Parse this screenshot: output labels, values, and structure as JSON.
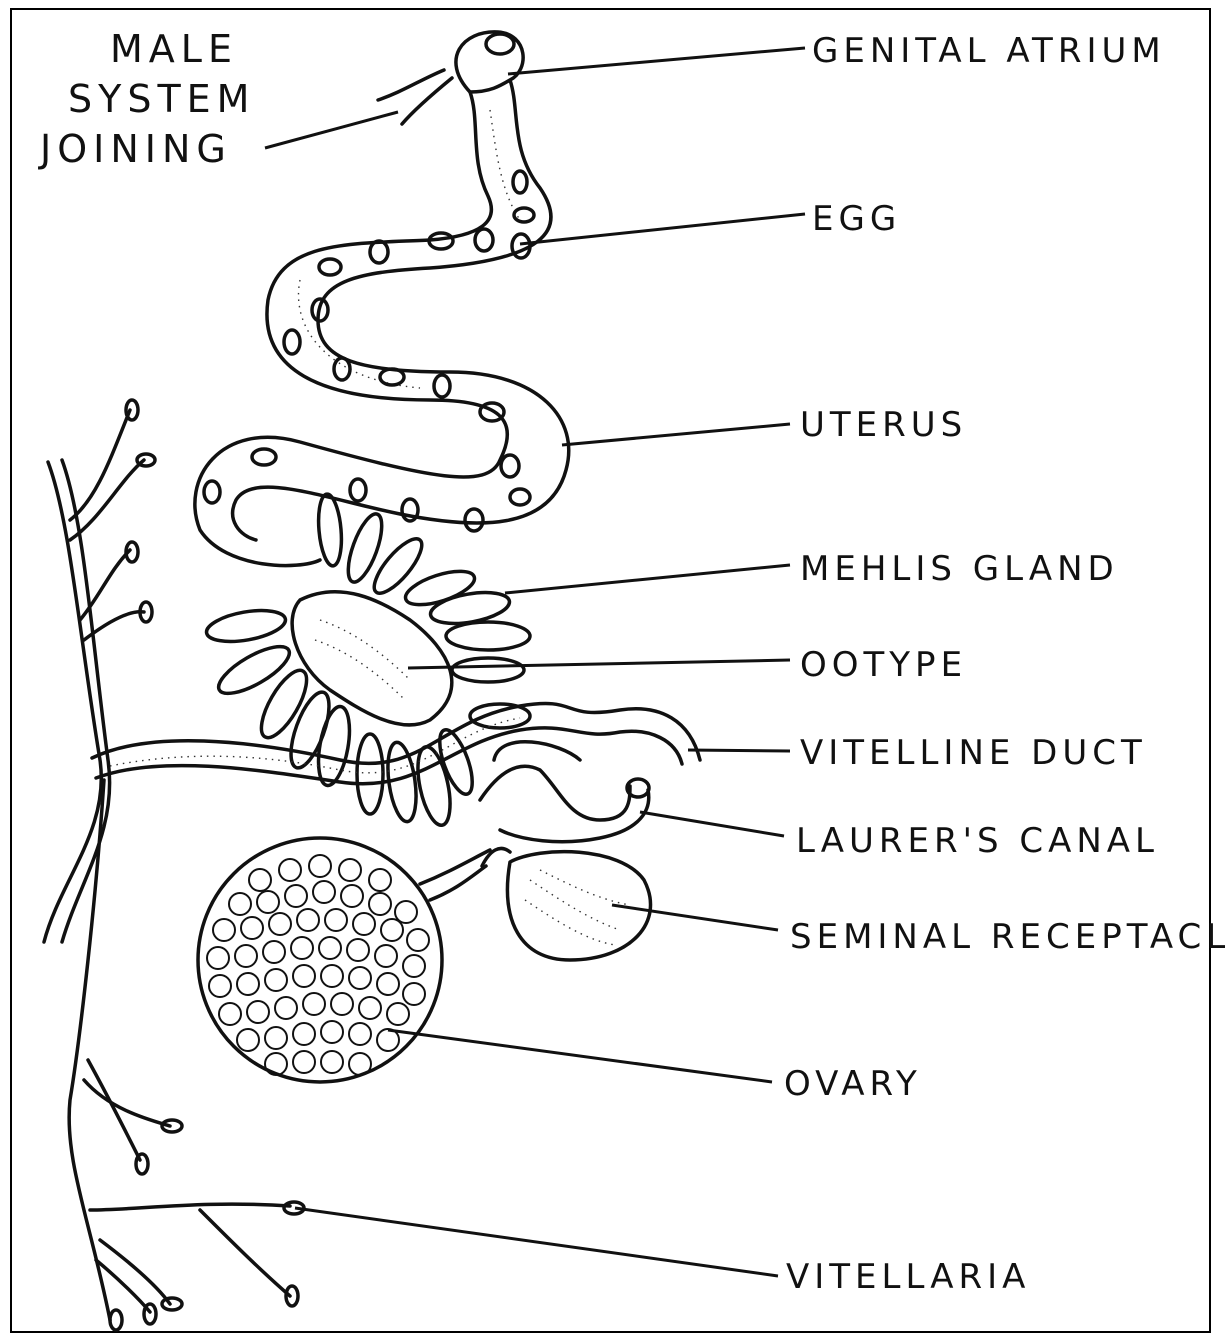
{
  "labels": {
    "male_system_line1": "MALE",
    "male_system_line2": "SYSTEM",
    "male_system_line3": "JOINING",
    "genital_atrium": "GENITAL ATRIUM",
    "egg": "EGG",
    "uterus": "UTERUS",
    "mehlis_gland": "MEHLIS GLAND",
    "ootype": "OOTYPE",
    "vitelline_duct": "VITELLINE DUCT",
    "laurers_canal": "LAURER'S CANAL",
    "seminal_receptacle": "SEMINAL RECEPTACLE",
    "ovary": "OVARY",
    "vitellaria": "VITELLARIA"
  },
  "colors": {
    "ink": "#111111",
    "background": "#ffffff"
  }
}
